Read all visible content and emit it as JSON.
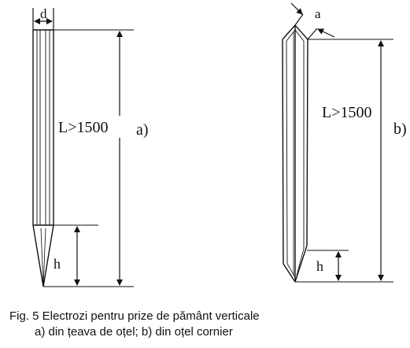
{
  "figure_a": {
    "label_d": "d",
    "label_length": "L>1500",
    "label_h": "h",
    "panel_label": "a)"
  },
  "figure_b": {
    "label_a": "a",
    "label_length": "L>1500",
    "label_h": "h",
    "panel_label": "b)"
  },
  "caption": {
    "line1": "Fig. 5 Electrozi pentru prize de pământ verticale",
    "line2": "a) din țeava de oțel;  b) din oțel cornier"
  }
}
